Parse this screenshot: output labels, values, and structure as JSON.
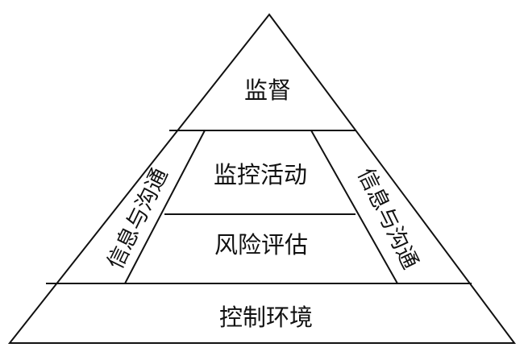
{
  "diagram": {
    "levels": {
      "top": "监督",
      "middle_upper": "监控活动",
      "middle_lower": "风险评估",
      "bottom": "控制环境"
    },
    "side_left": "信息与沟通",
    "side_right": "信息与沟通"
  }
}
